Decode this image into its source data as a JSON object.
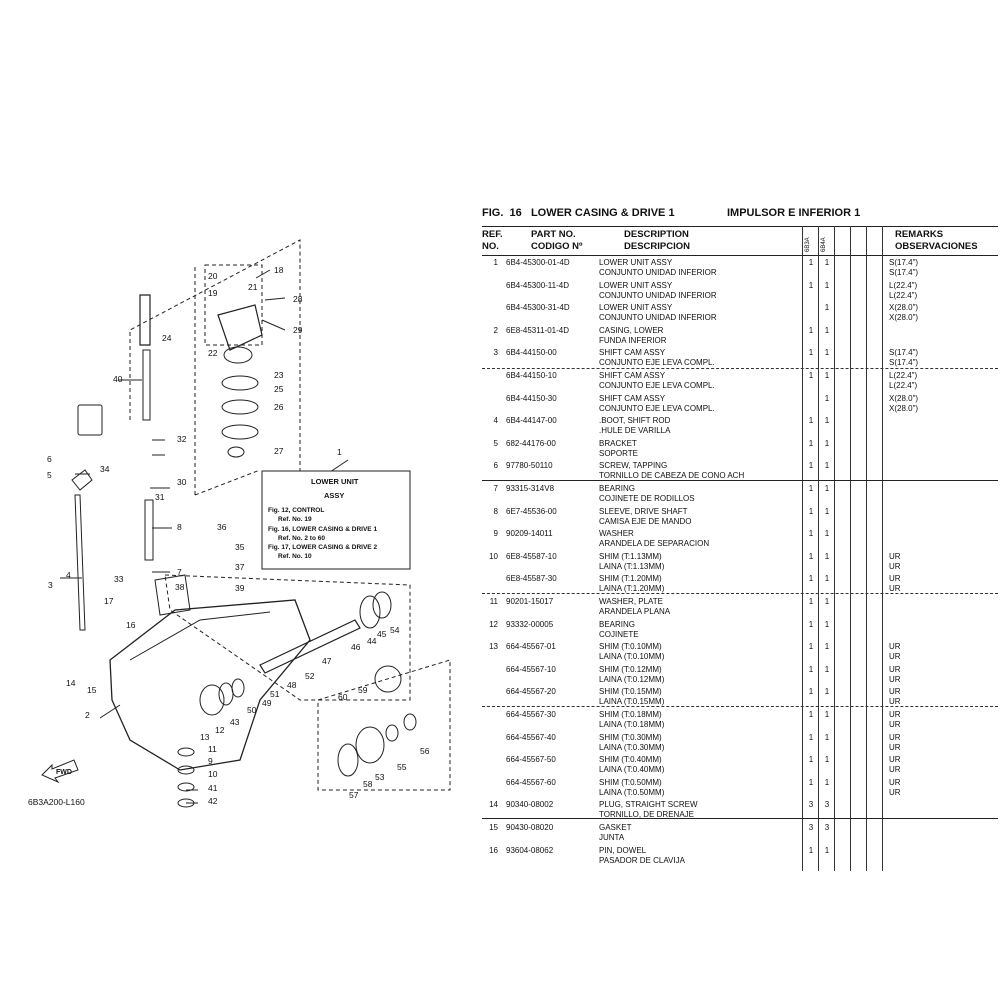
{
  "figure": {
    "fig_label": "FIG.",
    "fig_number": "16",
    "title_en": "LOWER CASING & DRIVE 1",
    "title_es": "IMPULSOR E INFERIOR 1"
  },
  "headers": {
    "ref_line1": "REF.",
    "ref_line2": "NO.",
    "part_line1": "PART NO.",
    "part_line2": "CODIGO Nº",
    "desc_line1": "DESCRIPTION",
    "desc_line2": "DESCRIPCION",
    "model1": "6B3A",
    "model2": "6B4A",
    "remarks_line1": "REMARKS",
    "remarks_line2": "OBSERVACIONES"
  },
  "parts": [
    {
      "ref": "1",
      "part": "6B4-45300-01-4D",
      "desc1": "LOWER UNIT ASSY",
      "desc2": "CONJUNTO UNIDAD INFERIOR",
      "q1": "1",
      "q2": "1",
      "rem1": "S(17.4\")",
      "rem2": "S(17.4\")"
    },
    {
      "ref": "",
      "part": "6B4-45300-11-4D",
      "desc1": "LOWER UNIT ASSY",
      "desc2": "CONJUNTO UNIDAD INFERIOR",
      "q1": "1",
      "q2": "1",
      "rem1": "L(22.4\")",
      "rem2": "L(22.4\")"
    },
    {
      "ref": "",
      "part": "6B4-45300-31-4D",
      "desc1": "LOWER UNIT ASSY",
      "desc2": "CONJUNTO UNIDAD INFERIOR",
      "q1": "",
      "q2": "1",
      "rem1": "X(28.0\")",
      "rem2": "X(28.0\")"
    },
    {
      "ref": "2",
      "part": "6E8-45311-01-4D",
      "desc1": "CASING, LOWER",
      "desc2": "FUNDA INFERIOR",
      "q1": "1",
      "q2": "1",
      "rem1": "",
      "rem2": ""
    },
    {
      "ref": "3",
      "part": "6B4-44150-00",
      "desc1": "SHIFT CAM ASSY",
      "desc2": "CONJUNTO EJE LEVA COMPL.",
      "q1": "1",
      "q2": "1",
      "rem1": "S(17.4\")",
      "rem2": "S(17.4\")"
    },
    {
      "ref": "",
      "part": "6B4-44150-10",
      "desc1": "SHIFT CAM ASSY",
      "desc2": "CONJUNTO EJE LEVA COMPL.",
      "q1": "1",
      "q2": "1",
      "rem1": "L(22.4\")",
      "rem2": "L(22.4\")"
    },
    {
      "ref": "",
      "part": "6B4-44150-30",
      "desc1": "SHIFT CAM ASSY",
      "desc2": "CONJUNTO EJE LEVA COMPL.",
      "q1": "",
      "q2": "1",
      "rem1": "X(28.0\")",
      "rem2": "X(28.0\")"
    },
    {
      "ref": "4",
      "part": "6B4-44147-00",
      "desc1": ".BOOT, SHIFT ROD",
      "desc2": ".HULE DE VARILLA",
      "q1": "1",
      "q2": "1",
      "rem1": "",
      "rem2": ""
    },
    {
      "ref": "5",
      "part": "682-44176-00",
      "desc1": "BRACKET",
      "desc2": "SOPORTE",
      "q1": "1",
      "q2": "1",
      "rem1": "",
      "rem2": ""
    },
    {
      "ref": "6",
      "part": "97780-50110",
      "desc1": "SCREW, TAPPING",
      "desc2": "TORNILLO DE CABEZA DE CONO ACH",
      "q1": "1",
      "q2": "1",
      "rem1": "",
      "rem2": ""
    },
    {
      "ref": "7",
      "part": "93315-314V8",
      "desc1": "BEARING",
      "desc2": "COJINETE DE RODILLOS",
      "q1": "1",
      "q2": "1",
      "rem1": "",
      "rem2": ""
    },
    {
      "ref": "8",
      "part": "6E7-45536-00",
      "desc1": "SLEEVE, DRIVE SHAFT",
      "desc2": "CAMISA EJE DE MANDO",
      "q1": "1",
      "q2": "1",
      "rem1": "",
      "rem2": ""
    },
    {
      "ref": "9",
      "part": "90209-14011",
      "desc1": "WASHER",
      "desc2": "ARANDELA DE SEPARACION",
      "q1": "1",
      "q2": "1",
      "rem1": "",
      "rem2": ""
    },
    {
      "ref": "10",
      "part": "6E8-45587-10",
      "desc1": "SHIM (T:1.13MM)",
      "desc2": "LAINA (T:1.13MM)",
      "q1": "1",
      "q2": "1",
      "rem1": "UR",
      "rem2": "UR"
    },
    {
      "ref": "",
      "part": "6E8-45587-30",
      "desc1": "SHIM (T:1.20MM)",
      "desc2": "LAINA (T:1.20MM)",
      "q1": "1",
      "q2": "1",
      "rem1": "UR",
      "rem2": "UR"
    },
    {
      "ref": "11",
      "part": "90201-15017",
      "desc1": "WASHER, PLATE",
      "desc2": "ARANDELA PLANA",
      "q1": "1",
      "q2": "1",
      "rem1": "",
      "rem2": ""
    },
    {
      "ref": "12",
      "part": "93332-00005",
      "desc1": "BEARING",
      "desc2": "COJINETE",
      "q1": "1",
      "q2": "1",
      "rem1": "",
      "rem2": ""
    },
    {
      "ref": "13",
      "part": "664-45567-01",
      "desc1": "SHIM (T:0.10MM)",
      "desc2": "LAINA (T:0.10MM)",
      "q1": "1",
      "q2": "1",
      "rem1": "UR",
      "rem2": "UR"
    },
    {
      "ref": "",
      "part": "664-45567-10",
      "desc1": "SHIM (T:0.12MM)",
      "desc2": "LAINA (T:0.12MM)",
      "q1": "1",
      "q2": "1",
      "rem1": "UR",
      "rem2": "UR"
    },
    {
      "ref": "",
      "part": "664-45567-20",
      "desc1": "SHIM (T:0.15MM)",
      "desc2": "LAINA (T:0.15MM)",
      "q1": "1",
      "q2": "1",
      "rem1": "UR",
      "rem2": "UR"
    },
    {
      "ref": "",
      "part": "664-45567-30",
      "desc1": "SHIM (T:0.18MM)",
      "desc2": "LAINA (T:0.18MM)",
      "q1": "1",
      "q2": "1",
      "rem1": "UR",
      "rem2": "UR"
    },
    {
      "ref": "",
      "part": "664-45567-40",
      "desc1": "SHIM (T:0.30MM)",
      "desc2": "LAINA (T:0.30MM)",
      "q1": "1",
      "q2": "1",
      "rem1": "UR",
      "rem2": "UR"
    },
    {
      "ref": "",
      "part": "664-45567-50",
      "desc1": "SHIM (T:0.40MM)",
      "desc2": "LAINA (T:0.40MM)",
      "q1": "1",
      "q2": "1",
      "rem1": "UR",
      "rem2": "UR"
    },
    {
      "ref": "",
      "part": "664-45567-60",
      "desc1": "SHIM (T:0.50MM)",
      "desc2": "LAINA (T:0.50MM)",
      "q1": "1",
      "q2": "1",
      "rem1": "UR",
      "rem2": "UR"
    },
    {
      "ref": "14",
      "part": "90340-08002",
      "desc1": "PLUG, STRAIGHT SCREW",
      "desc2": "TORNILLO, DE DRENAJE",
      "q1": "3",
      "q2": "3",
      "rem1": "",
      "rem2": ""
    },
    {
      "ref": "15",
      "part": "90430-08020",
      "desc1": "GASKET",
      "desc2": "JUNTA",
      "q1": "3",
      "q2": "3",
      "rem1": "",
      "rem2": ""
    },
    {
      "ref": "16",
      "part": "93604-08062",
      "desc1": "PIN, DOWEL",
      "desc2": "PASADOR DE CLAVIJA",
      "q1": "1",
      "q2": "1",
      "rem1": "",
      "rem2": ""
    }
  ],
  "diagram": {
    "callouts": [
      "1",
      "2",
      "3",
      "4",
      "5",
      "6",
      "7",
      "8",
      "9",
      "10",
      "11",
      "12",
      "13",
      "14",
      "15",
      "16",
      "17",
      "18",
      "19",
      "20",
      "21",
      "22",
      "23",
      "24",
      "25",
      "26",
      "27",
      "28",
      "29",
      "30",
      "31",
      "32",
      "33",
      "34",
      "35",
      "36",
      "37",
      "38",
      "39",
      "40",
      "41",
      "42",
      "43",
      "44",
      "45",
      "46",
      "47",
      "48",
      "49",
      "50",
      "51",
      "52",
      "53",
      "54",
      "55",
      "56",
      "57",
      "58",
      "59",
      "60"
    ],
    "box_line1": "LOWER UNIT",
    "box_line2": "ASSY",
    "box_line3": "Fig. 12, CONTROL",
    "box_line4": "Ref. No. 19",
    "box_line5": "Fig. 16, LOWER CASING & DRIVE 1",
    "box_line6": "Ref. No. 2 to 60",
    "box_line7": "Fig. 17, LOWER CASING & DRIVE 2",
    "box_line8": "Ref. No. 10",
    "fwd_label": "FWD",
    "figure_code": "6B3A200-L160"
  }
}
